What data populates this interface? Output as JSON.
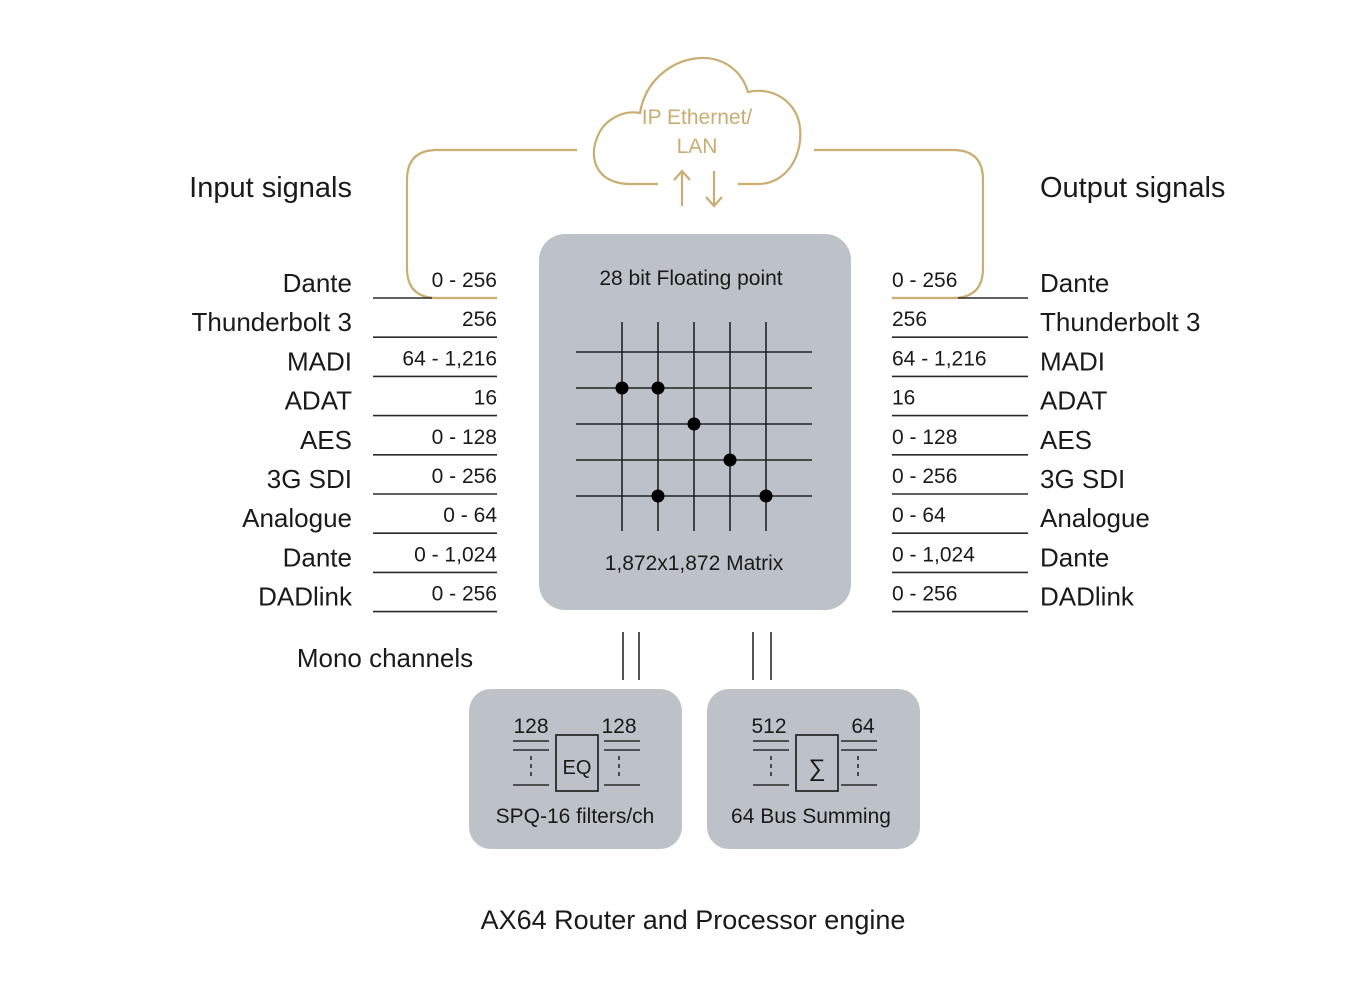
{
  "cloud": {
    "label_line1": "IP Ethernet/",
    "label_line2": "LAN",
    "icon": "cloud-icon",
    "arrows": [
      "arrow-up-icon",
      "arrow-down-icon"
    ]
  },
  "input": {
    "title": "Input signals",
    "rows": [
      {
        "name": "Dante",
        "channels": "0 - 256",
        "network_linked": true
      },
      {
        "name": "Thunderbolt 3",
        "channels": "256"
      },
      {
        "name": "MADI",
        "channels": "64 - 1,216"
      },
      {
        "name": "ADAT",
        "channels": "16"
      },
      {
        "name": "AES",
        "channels": "0 - 128"
      },
      {
        "name": "3G SDI",
        "channels": "0 - 256"
      },
      {
        "name": "Analogue",
        "channels": "0 - 64"
      },
      {
        "name": "Dante",
        "channels": "0 - 1,024"
      },
      {
        "name": "DADlink",
        "channels": "0 - 256"
      }
    ]
  },
  "output": {
    "title": "Output signals",
    "rows": [
      {
        "name": "Dante",
        "channels": "0 - 256",
        "network_linked": true
      },
      {
        "name": "Thunderbolt 3",
        "channels": "256"
      },
      {
        "name": "MADI",
        "channels": "64 - 1,216"
      },
      {
        "name": "ADAT",
        "channels": "16"
      },
      {
        "name": "AES",
        "channels": "0 - 128"
      },
      {
        "name": "3G SDI",
        "channels": "0 - 256"
      },
      {
        "name": "Analogue",
        "channels": "0 - 64"
      },
      {
        "name": "Dante",
        "channels": "0 - 1,024"
      },
      {
        "name": "DADlink",
        "channels": "0 - 256"
      }
    ]
  },
  "matrix": {
    "top_label": "28 bit Floating point",
    "bottom_label": "1,872x1,872 Matrix",
    "grid_rows": 5,
    "grid_cols": 5,
    "crosspoints": [
      [
        1,
        0
      ],
      [
        1,
        1
      ],
      [
        2,
        2
      ],
      [
        3,
        3
      ],
      [
        4,
        1
      ],
      [
        4,
        4
      ]
    ]
  },
  "mono_label": "Mono channels",
  "eq_block": {
    "in_count": "128",
    "out_count": "128",
    "symbol": "EQ",
    "caption": "SPQ-16 filters/ch"
  },
  "sum_block": {
    "in_count": "512",
    "out_count": "64",
    "symbol": "∑",
    "caption": "64 Bus Summing"
  },
  "footer_title": "AX64 Router and Processor engine",
  "colors": {
    "gold": "#c9ad72",
    "box_gray": "#bcc2c7",
    "text": "#1a1a1a"
  }
}
